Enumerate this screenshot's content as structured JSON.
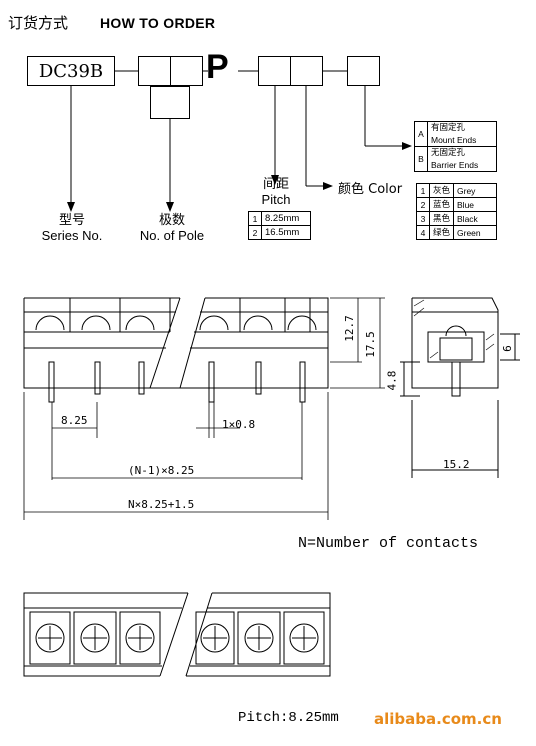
{
  "header": {
    "title_cn": "订货方式",
    "title_en": "HOW TO ORDER"
  },
  "order_code": {
    "model": "DC39B",
    "p_letter": "P"
  },
  "labels": {
    "series_cn": "型号",
    "series_en": "Series No.",
    "poles_cn": "极数",
    "poles_en": "No. of Pole",
    "pitch_cn": "间距",
    "pitch_en": "Pitch",
    "color_label": "颜色 Color"
  },
  "pitch_options": [
    {
      "num": "1",
      "value": "8.25mm"
    },
    {
      "num": "2",
      "value": "16.5mm"
    }
  ],
  "end_options": [
    {
      "letter": "A",
      "cn": "有固定孔",
      "en": "Mount Ends"
    },
    {
      "letter": "B",
      "cn": "无固定孔",
      "en": "Barrier Ends"
    }
  ],
  "color_options": [
    {
      "num": "1",
      "cn": "灰色",
      "en": "Grey"
    },
    {
      "num": "2",
      "cn": "蓝色",
      "en": "Blue"
    },
    {
      "num": "3",
      "cn": "黑色",
      "en": "Black"
    },
    {
      "num": "4",
      "cn": "绿色",
      "en": "Green"
    }
  ],
  "dimensions": {
    "d127": "12.7",
    "d175": "17.5",
    "d6": "6",
    "d48": "4.8",
    "d825": "8.25",
    "d1x08": "1×0.8",
    "dn1": "(N-1)×8.25",
    "dn": "N×8.25+1.5",
    "d152": "15.2"
  },
  "notes": {
    "contacts": "N=Number of contacts",
    "pitch": "Pitch:8.25mm",
    "brand": "alibaba.com.cn"
  }
}
